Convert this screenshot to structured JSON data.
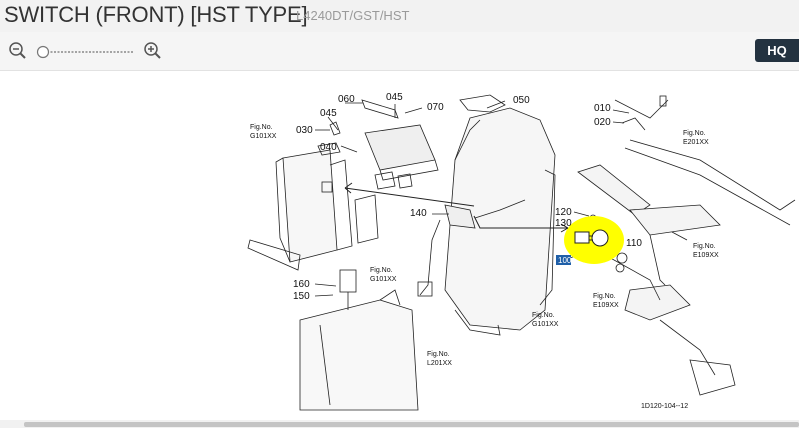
{
  "header": {
    "title": "SWITCH (FRONT) [HST TYPE]",
    "model": "L4240DT/GST/HST"
  },
  "toolbar": {
    "zoom_out_icon": "zoom-out-icon",
    "zoom_in_icon": "zoom-in-icon",
    "zoom_level": 0,
    "hq_label": "HQ"
  },
  "diagram": {
    "part_labels": [
      "060",
      "045",
      "070",
      "050",
      "045",
      "030",
      "040",
      "140",
      "010",
      "020",
      "120",
      "130",
      "110",
      "160",
      "150"
    ],
    "selected_label": "100",
    "highlight_color": "#ffff00",
    "fig_refs": [
      {
        "no": "Fig.No.",
        "code": "G101XX"
      },
      {
        "no": "Fig.No.",
        "code": "E201XX"
      },
      {
        "no": "Fig.No.",
        "code": "E109XX"
      },
      {
        "no": "Fig.No.",
        "code": "G101XX"
      },
      {
        "no": "Fig.No.",
        "code": "G101XX"
      },
      {
        "no": "Fig.No.",
        "code": "E109XX"
      },
      {
        "no": "Fig.No.",
        "code": "L201XX"
      }
    ],
    "drawing_code": "1D120-104--12"
  }
}
